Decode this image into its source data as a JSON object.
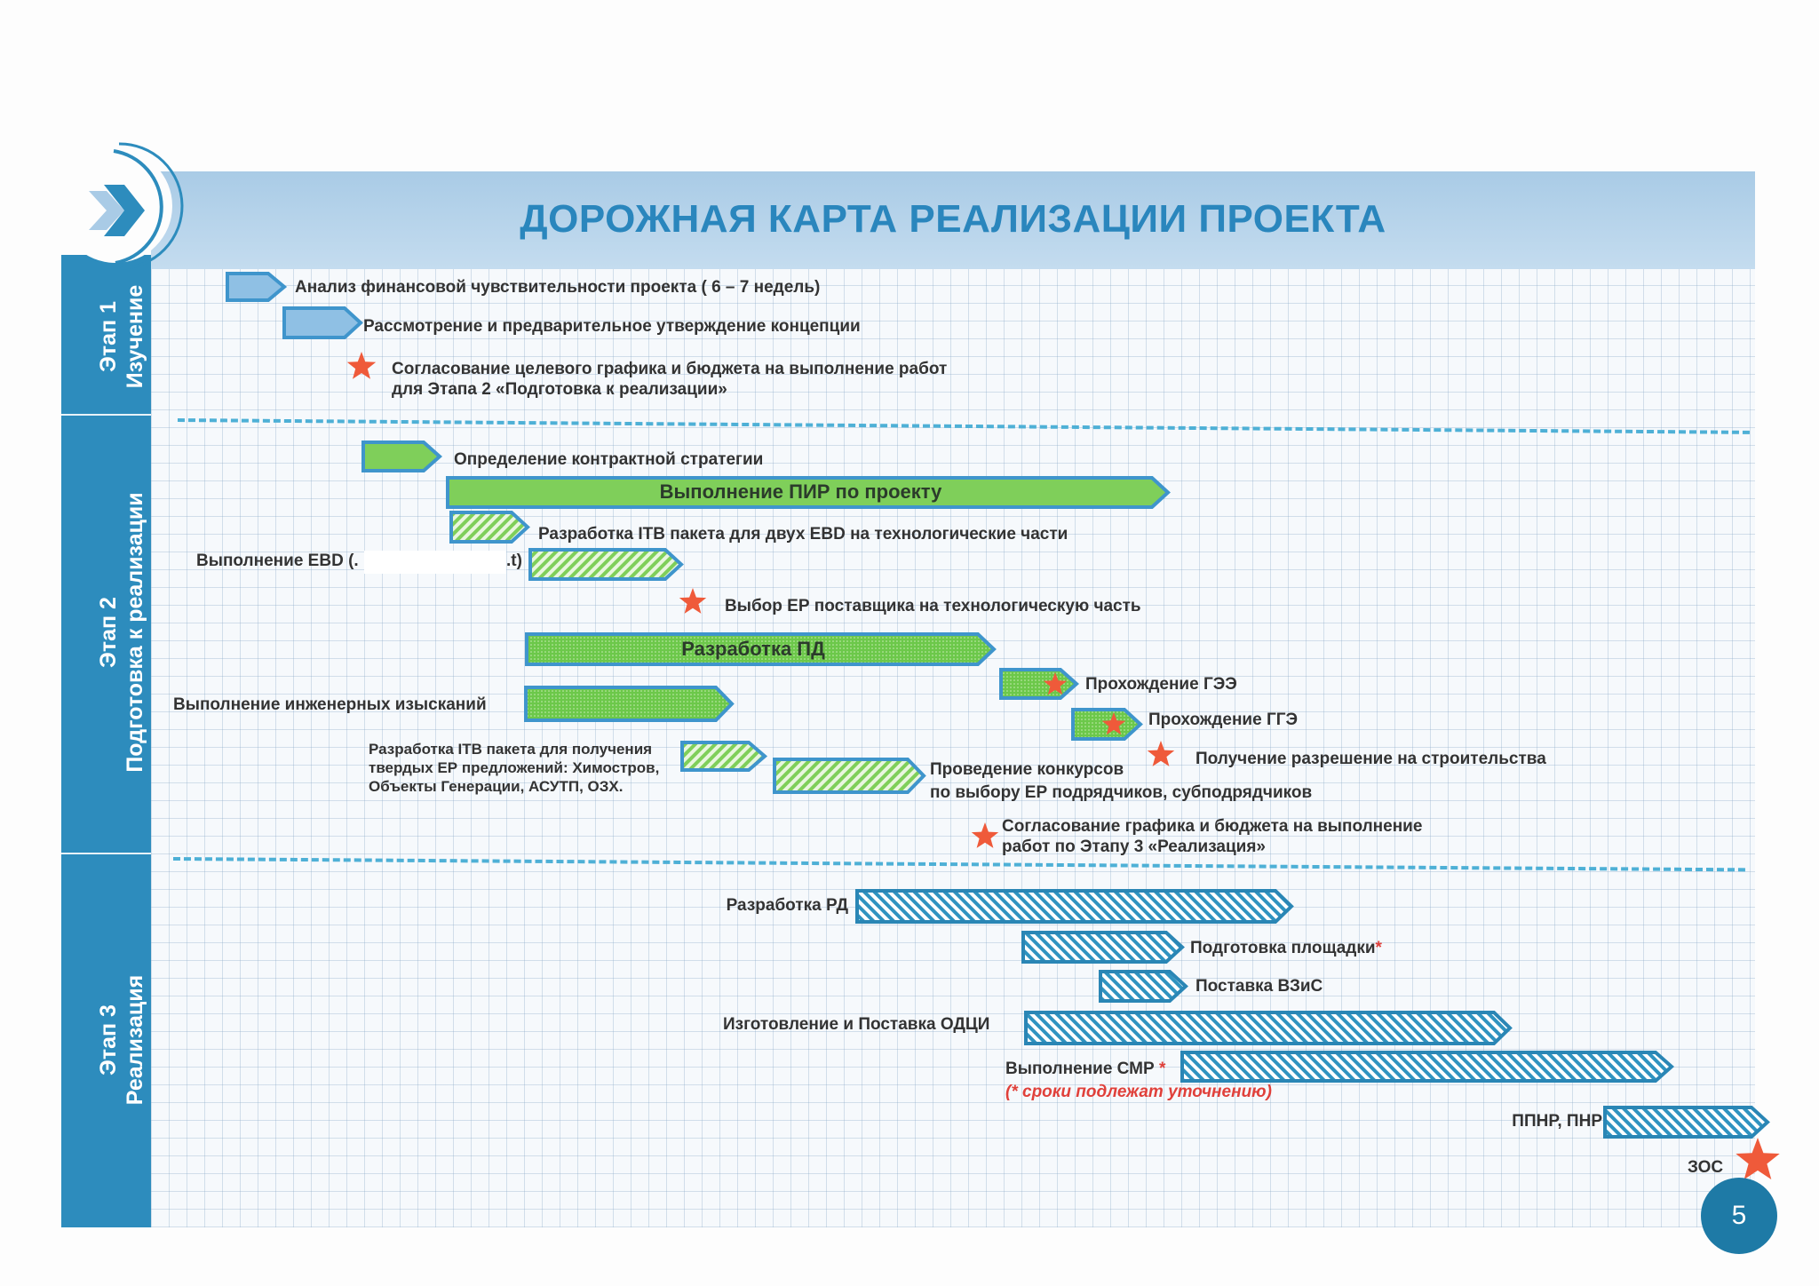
{
  "title": "ДОРОЖНАЯ КАРТА РЕАЛИЗАЦИИ ПРОЕКТА",
  "stages": [
    {
      "line1": "Этап 1",
      "line2": "Изучение"
    },
    {
      "line1": "Этап 2",
      "line2": "Подготовка к реализации"
    },
    {
      "line1": "Этап 3",
      "line2": "Реализация"
    }
  ],
  "tasks": {
    "analysis": "Анализ финансовой чувствительности проекта ( 6 – 7 недель)",
    "concept": "Рассмотрение и  предварительное утверждение концепции",
    "approval1_l1": "Согласование целевого графика и бюджета на выполнение работ",
    "approval1_l2": "для   Этапа 2 «Подготовка к реализации»",
    "contract_strategy": "Определение контрактной стратегии",
    "pir": "Выполнение ПИР по проекту",
    "itb_ebd": "Разработка ITB пакета для  двух EBD на технологические части",
    "ebd_a": "Выполнение  EBD (.",
    "ebd_b": ".t)",
    "ep_supplier": "Выбор ЕР поставщика на технологическую часть",
    "pd": "Разработка ПД",
    "gee": "Прохождение ГЭЭ",
    "surveys": "Выполнение инженерных изысканий",
    "gge": "Прохождение ГГЭ",
    "itb_l1": "Разработка ITB пакета для получения",
    "itb_l2": "твердых  ЕР предложений: Химостров,",
    "itb_l3": "Объекты Генерации, АСУТП, ОЗХ.",
    "permit": "Получение разрешение на строительства",
    "tenders_l1": "Проведение  конкурсов",
    "tenders_l2": "по выбору ЕР подрядчиков, субподрядчиков",
    "approval2_l1": "Согласование графика и бюджета на выполнение",
    "approval2_l2": "работ по  Этапу 3 «Реализация»",
    "rd": "Разработка РД",
    "site": "Подготовка площадки",
    "asterisk": "*",
    "vzis": "Поставка ВЗиС",
    "odci": "Изготовление и Поставка ОДЦИ",
    "smr": "Выполнение СМР",
    "note": "(* сроки подлежат уточнению)",
    "ppnr": "ППНР, ПНР",
    "zos": "ЗОС"
  },
  "page_number": "5",
  "colors": {
    "accent": "#2d8cbd",
    "header": "#b6d4eb",
    "green": "#7fcf5a",
    "blue_light": "#8fc0e4",
    "star": "#ef5a3a",
    "note": "#e0403a"
  }
}
